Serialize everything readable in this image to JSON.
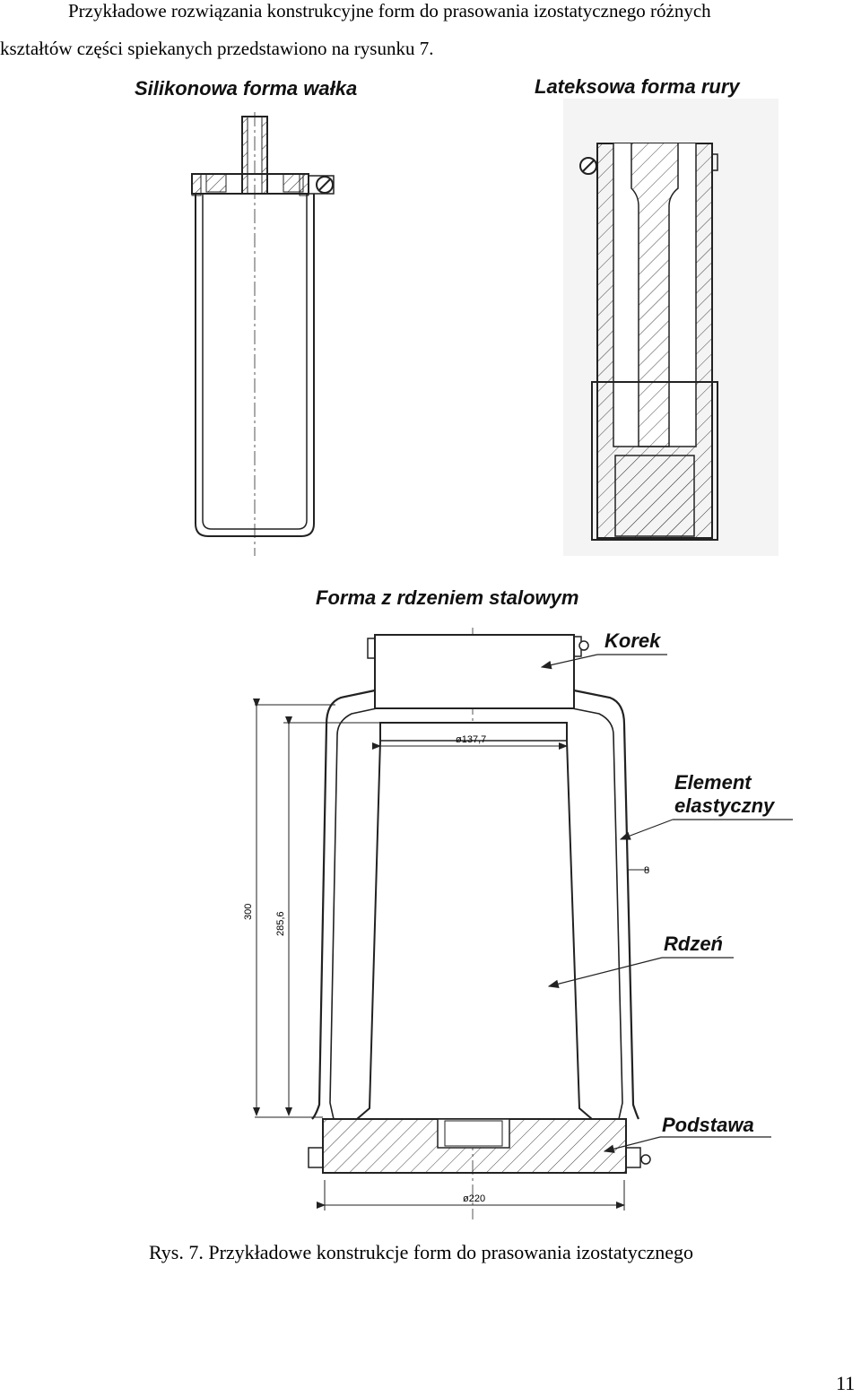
{
  "intro": {
    "line1": "Przykładowe rozwiązania konstrukcyjne form do prasowania izostatycznego różnych",
    "line2": "kształtów części spiekanych przedstawiono na rysunku 7."
  },
  "figure": {
    "silicone_title": "Silikonowa forma wałka",
    "latex_title": "Lateksowa forma rury",
    "steel_core_title": "Forma z rdzeniem stalowym",
    "labels": {
      "korek": "Korek",
      "element_line1": "Element",
      "element_line2": "elastyczny",
      "rdzen": "Rdzeń",
      "podstawa": "Podstawa"
    },
    "dimensions": {
      "d_top": "ø137,7",
      "d_bottom": "ø220",
      "h_300": "300",
      "h_285": "285,6",
      "wall": "8"
    }
  },
  "caption": "Rys. 7. Przykładowe konstrukcje form do prasowania izostatycznego",
  "page_number": "11"
}
